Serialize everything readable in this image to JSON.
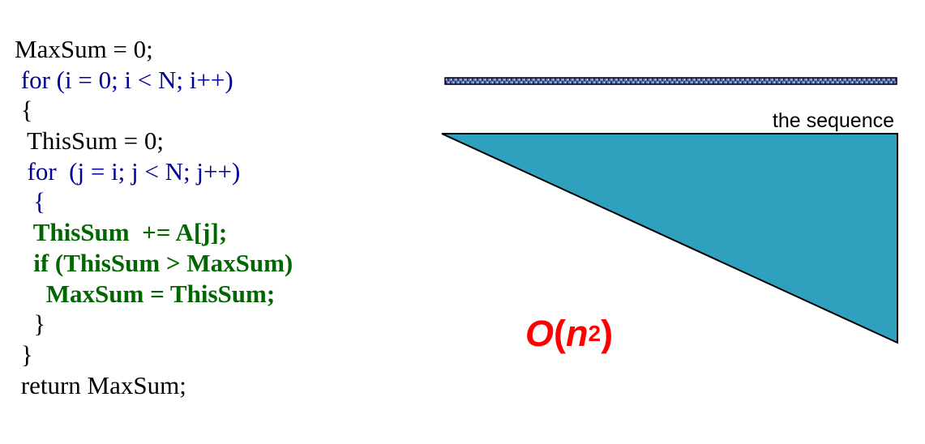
{
  "code": {
    "lines": [
      {
        "text": "MaxSum = 0;",
        "style": "plain",
        "indent": ""
      },
      {
        "text": "for (i = 0; i < N; i++)",
        "style": "keyword",
        "indent": " "
      },
      {
        "text": "{",
        "style": "plain",
        "indent": " "
      },
      {
        "text": "ThisSum = 0;",
        "style": "plain",
        "indent": "  "
      },
      {
        "text": "for  (j = i; j < N; j++)",
        "style": "keyword",
        "indent": "  "
      },
      {
        "text": "{",
        "style": "keyword",
        "indent": "   "
      },
      {
        "text": "ThisSum  += A[j];",
        "style": "body-stmt",
        "indent": "   "
      },
      {
        "text": "if (ThisSum > MaxSum)",
        "style": "body-stmt",
        "indent": "   "
      },
      {
        "text": "MaxSum = ThisSum;",
        "style": "body-stmt",
        "indent": "     "
      },
      {
        "text": "}",
        "style": "plain",
        "indent": "   "
      },
      {
        "text": "}",
        "style": "plain",
        "indent": " "
      },
      {
        "text": "return MaxSum;",
        "style": "plain",
        "indent": " "
      }
    ]
  },
  "diagram": {
    "sequence_label": "the sequence",
    "complexity": {
      "letter": "O",
      "open": "(",
      "var": "n",
      "exp": "2",
      "close": ")"
    },
    "colors": {
      "triangle_fill": "#2fa1be",
      "outline": "#000000",
      "sequence_bar": "#3a4f9a",
      "complexity_text": "#ff0000",
      "keyword_text": "#000099",
      "body_text": "#006600"
    }
  }
}
